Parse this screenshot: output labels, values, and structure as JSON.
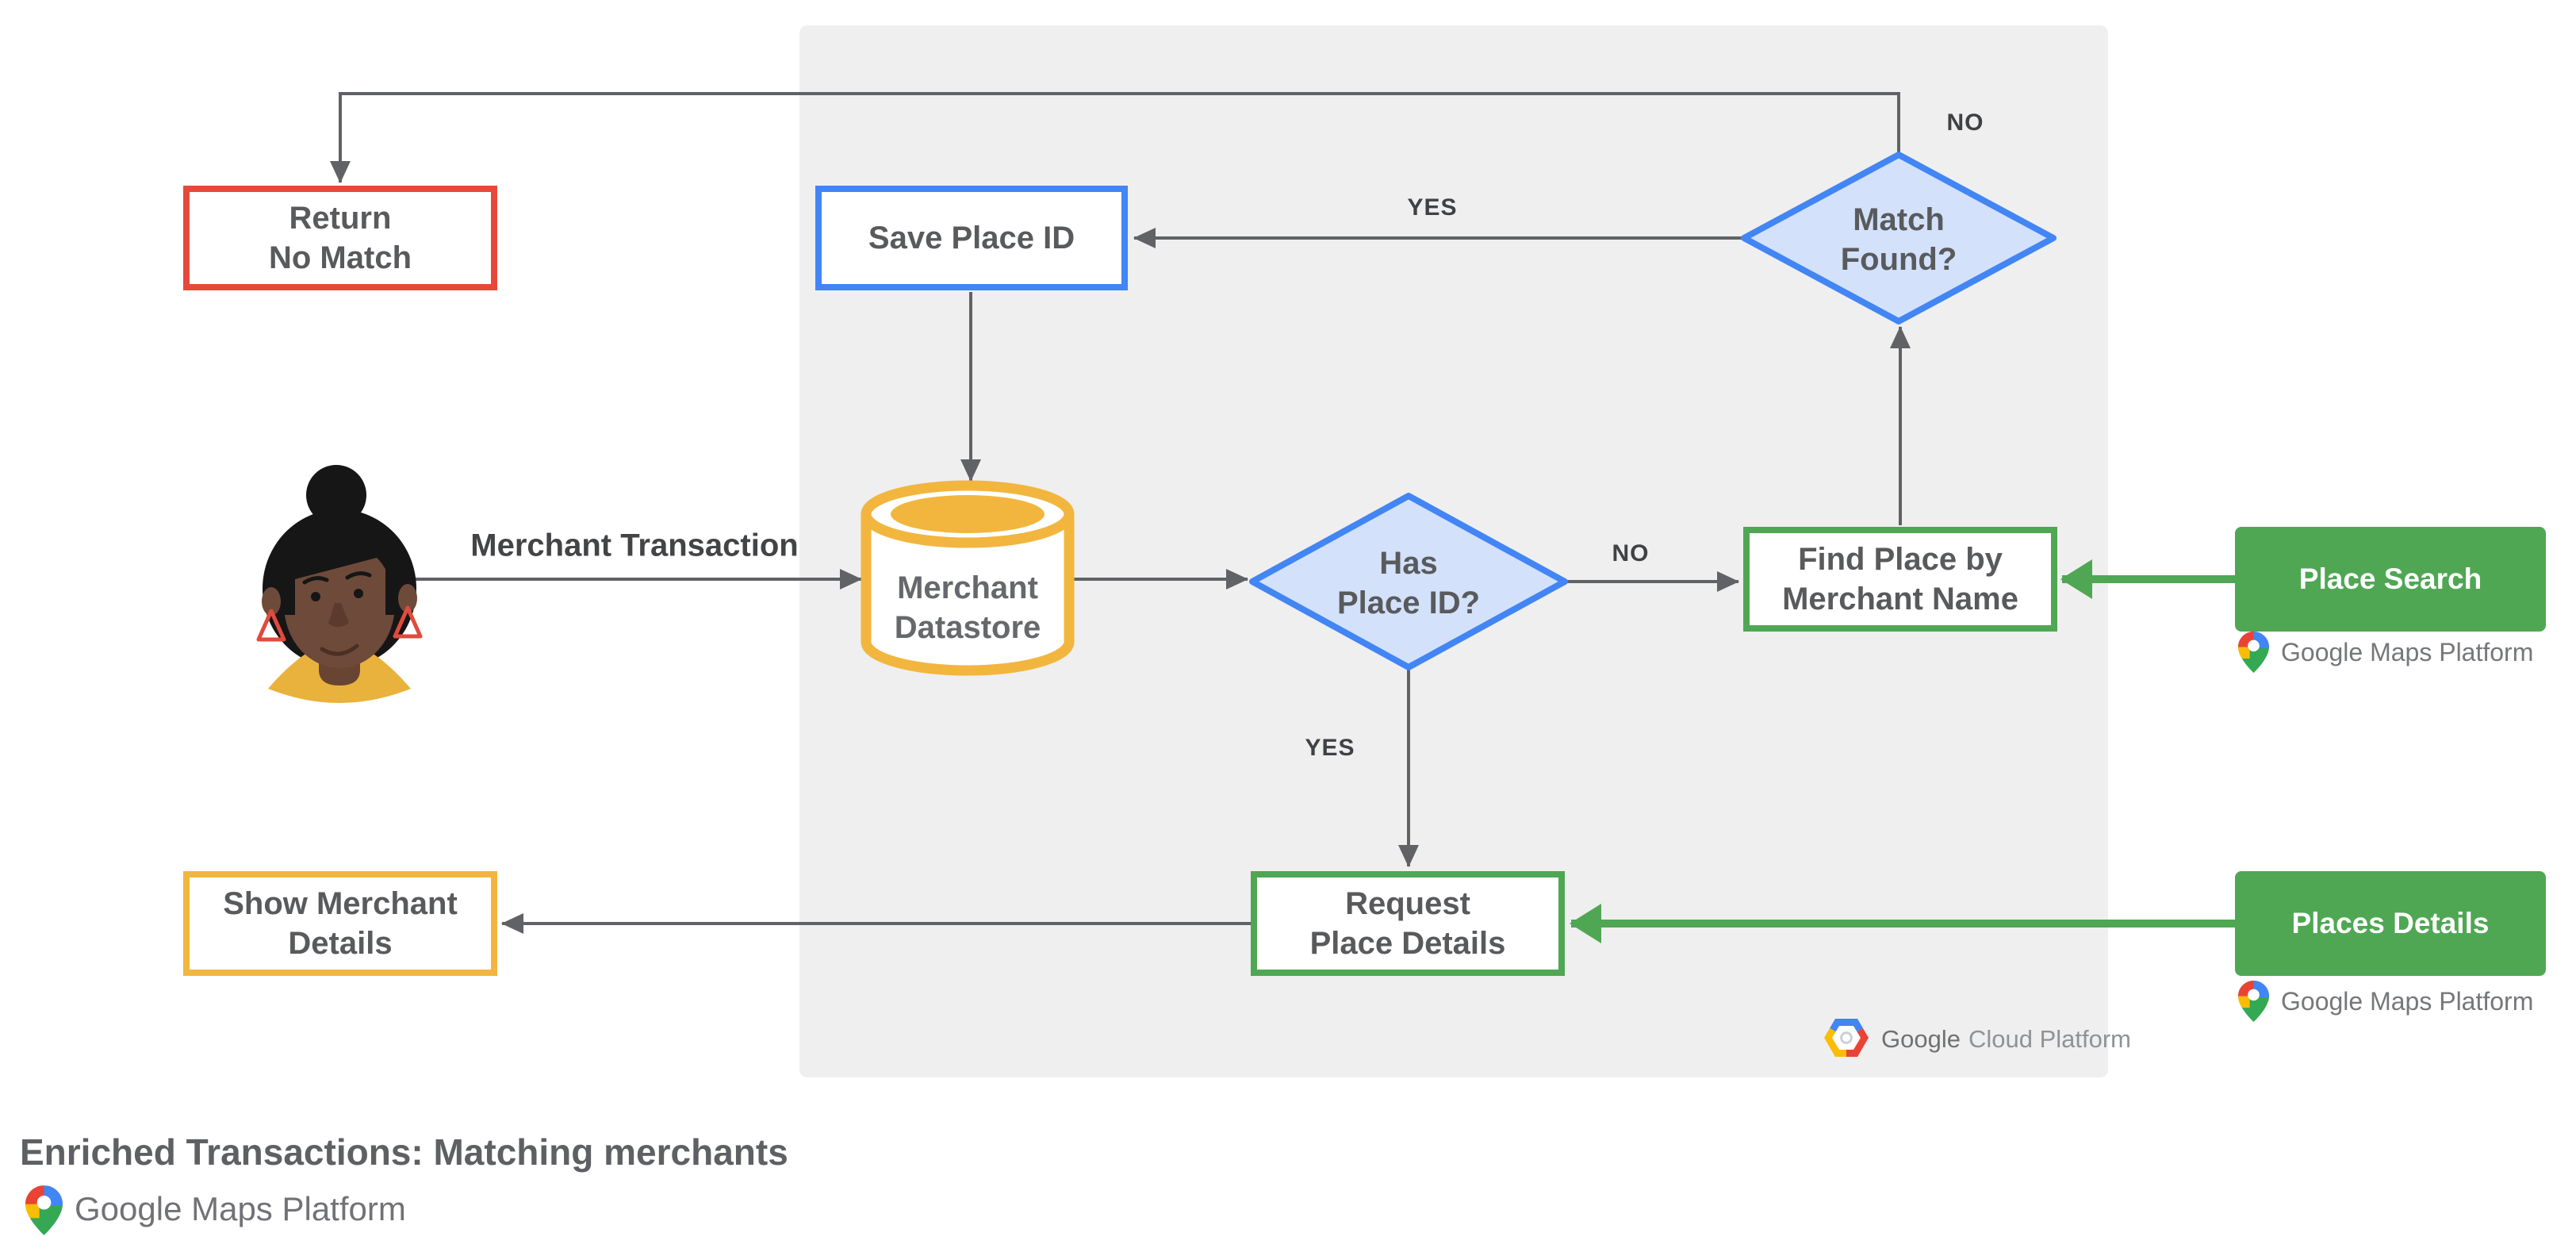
{
  "title": "Enriched Transactions: Matching merchants",
  "nodes": {
    "return_no_match": "Return\nNo Match",
    "save_place_id": "Save Place ID",
    "merchant_datastore": "Merchant\nDatastore",
    "match_found": "Match\nFound?",
    "has_place_id": "Has\nPlace ID?",
    "find_place_by_merchant_name": "Find Place by\nMerchant Name",
    "request_place_details": "Request\nPlace Details",
    "show_merchant_details": "Show Merchant\nDetails"
  },
  "api": {
    "place_search": "Place Search",
    "places_details": "Places Details",
    "brand": "Google Maps Platform"
  },
  "edges": {
    "merchant_transaction": "Merchant Transaction",
    "match_yes": "YES",
    "match_no": "NO",
    "has_yes": "YES",
    "has_no": "NO"
  },
  "panel_brand": {
    "google": "Google",
    "cloud_platform": "Cloud Platform"
  },
  "footer": {
    "brand": "Google Maps Platform"
  },
  "icons": {
    "google_maps_pin": "google-maps-pin-icon",
    "google_cloud_hexagon": "google-cloud-hexagon-icon",
    "merchant_avatar": "merchant-user-avatar",
    "datastore_cylinder": "database-cylinder-icon"
  },
  "colors": {
    "background": "#FFFFFF",
    "panel": "#EFEFEF",
    "red": "#E6493A",
    "blue": "#4285F4",
    "diamond_fill": "#D3E1FB",
    "green": "#4FA754",
    "amber": "#F2B63E",
    "arrow_gray": "#606265",
    "node_text": "#595A5C",
    "edge_label_text": "#3F4144",
    "brand_text": "#75777A",
    "title_text": "#5E6063",
    "pin_red": "#EA4335",
    "pin_blue": "#4285F4",
    "pin_yellow": "#FBBC04",
    "pin_green": "#34A853"
  }
}
